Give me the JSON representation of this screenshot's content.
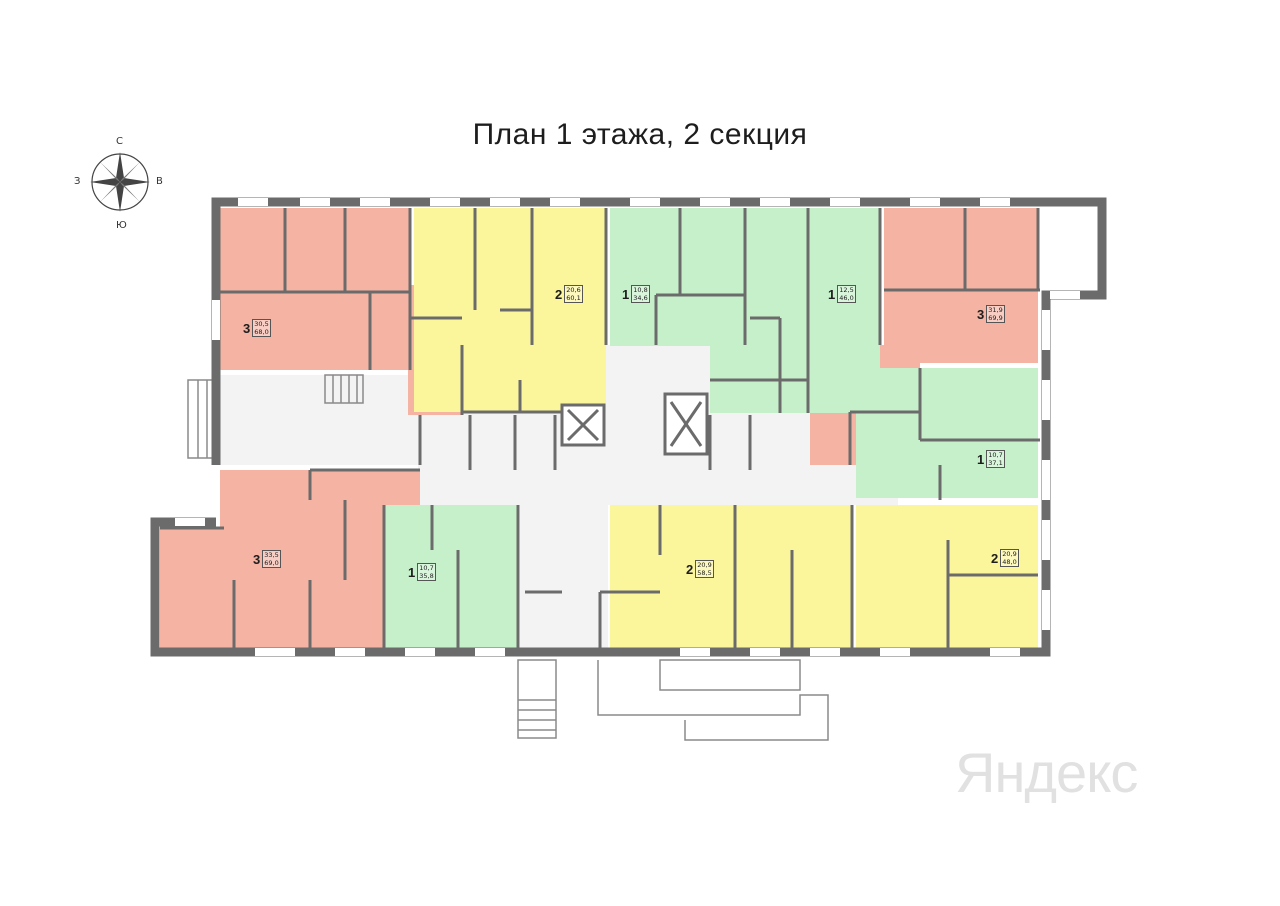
{
  "title": "План 1 этажа, 2 секция",
  "compass": {
    "north": "С",
    "south": "Ю",
    "west": "З",
    "east": "В"
  },
  "watermark": "Яндекс",
  "colors": {
    "three_room": "#f4b3a3",
    "two_room": "#fbf59b",
    "one_room": "#c5f0c9",
    "common": "#f3f3f3",
    "wall": "#6b6b6b"
  },
  "apartments": [
    {
      "rooms": "3",
      "living": "30,5",
      "total": "68,0"
    },
    {
      "rooms": "2",
      "living": "20,6",
      "total": "60,1"
    },
    {
      "rooms": "1",
      "living": "10,8",
      "total": "34,6"
    },
    {
      "rooms": "1",
      "living": "12,5",
      "total": "46,0"
    },
    {
      "rooms": "3",
      "living": "31,9",
      "total": "69,9"
    },
    {
      "rooms": "1",
      "living": "10,7",
      "total": "37,1"
    },
    {
      "rooms": "3",
      "living": "33,5",
      "total": "69,0"
    },
    {
      "rooms": "1",
      "living": "10,7",
      "total": "35,8"
    },
    {
      "rooms": "2",
      "living": "20,9",
      "total": "58,5"
    },
    {
      "rooms": "2",
      "living": "20,9",
      "total": "48,0"
    }
  ]
}
